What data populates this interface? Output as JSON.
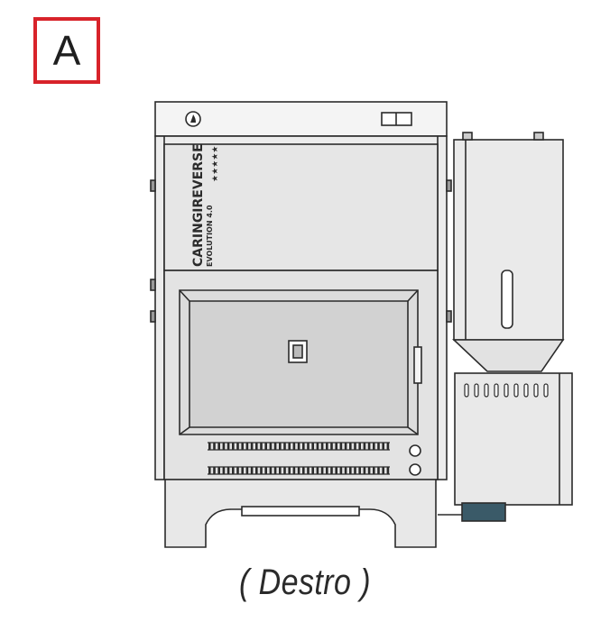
{
  "badge": {
    "letter": "A"
  },
  "caption": "( Destro )",
  "stove": {
    "brand_line1": "CARINGIREVERSE",
    "brand_line2": "EVOLUTION 4.0",
    "stars": "★★★★★"
  },
  "colors": {
    "badge_border": "#d8232a",
    "line": "#2b2b2b",
    "panel": "#e9e9e9",
    "glass": "#d9d9d9",
    "motor": "#3a5a68"
  }
}
